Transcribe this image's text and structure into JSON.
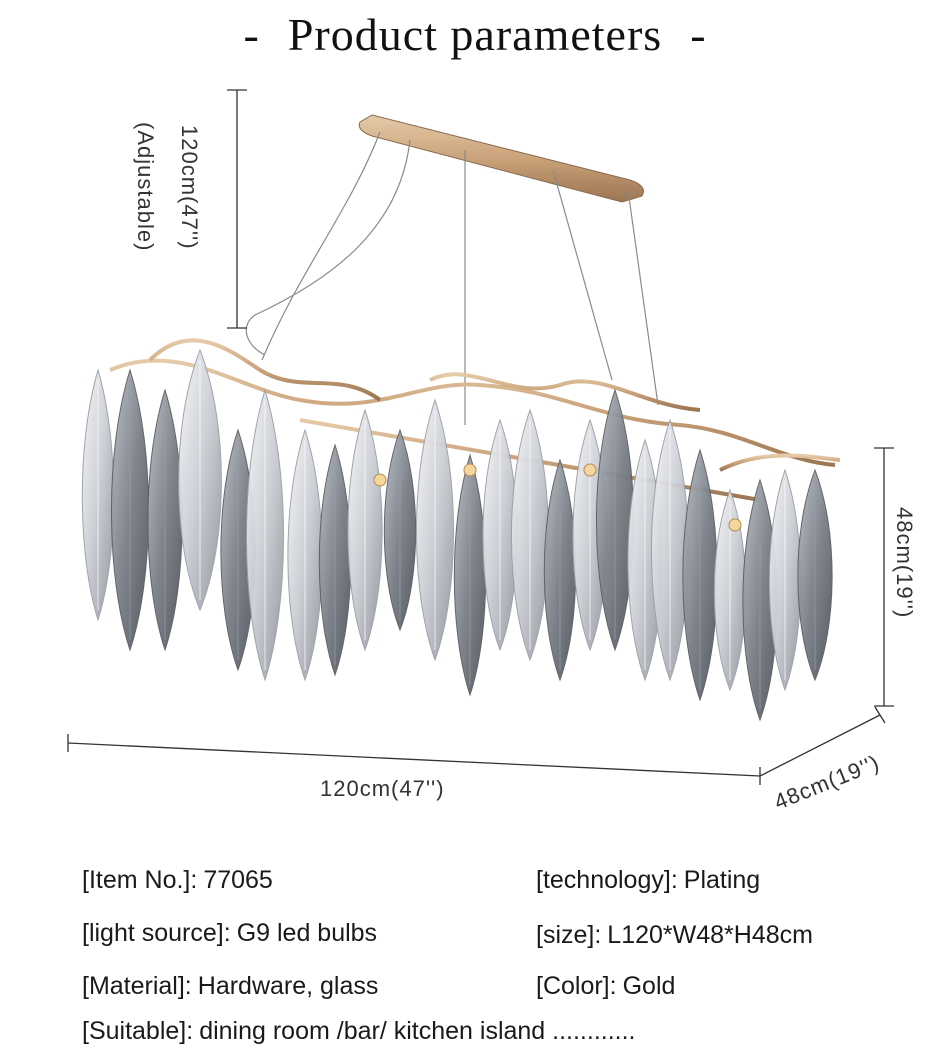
{
  "title": {
    "dash_left": "-",
    "text": "Product parameters",
    "dash_right": "-"
  },
  "dimensions": {
    "height_adjustable_line1": "120cm(47'')",
    "height_adjustable_line2": "(Adjustable)",
    "lamp_height": "48cm(19'')",
    "length": "120cm(47'')",
    "width": "48cm(19'')"
  },
  "specs": {
    "item_no": {
      "label": "[Item No.]:",
      "value": "77065"
    },
    "technology": {
      "label": "[technology]:",
      "value": "Plating"
    },
    "light_source": {
      "label": "[light source]:",
      "value": "G9 led bulbs"
    },
    "size": {
      "label": "[size]:",
      "value": "L120*W48*H48cm"
    },
    "material": {
      "label": "[Material]:",
      "value": "Hardware, glass"
    },
    "color": {
      "label": "[Color]:",
      "value": "Gold"
    },
    "suitable": {
      "label": "[Suitable]:",
      "value": "dining room  /bar/ kitchen island ............"
    }
  },
  "colors": {
    "gold": "#c9a27a",
    "glass_light": "#e8eaee",
    "glass_dark": "#6f747c",
    "line": "#333333"
  }
}
